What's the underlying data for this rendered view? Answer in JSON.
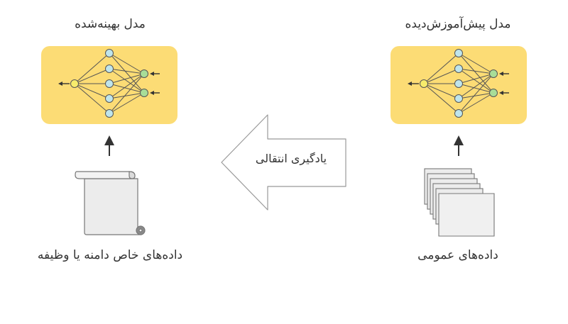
{
  "left": {
    "title": "مدل بهینه‌شده",
    "data_label": "داده‌های خاص دامنه یا وظیفه",
    "data_icon": "scroll-icon"
  },
  "right": {
    "title": "مدل پیش‌آموزش‌دیده",
    "data_label": "داده‌های عمومی",
    "data_icon": "document-stack-icon"
  },
  "transfer": {
    "label": "یادگیری انتقالی",
    "icon": "left-arrow-icon"
  },
  "colors": {
    "panel": "#fcdc75",
    "hidden_node": "#bfe5ec",
    "input_node": "#a8dd98",
    "output_node": "#f7ec6c",
    "edge": "#555555",
    "paper": "#ececec"
  }
}
